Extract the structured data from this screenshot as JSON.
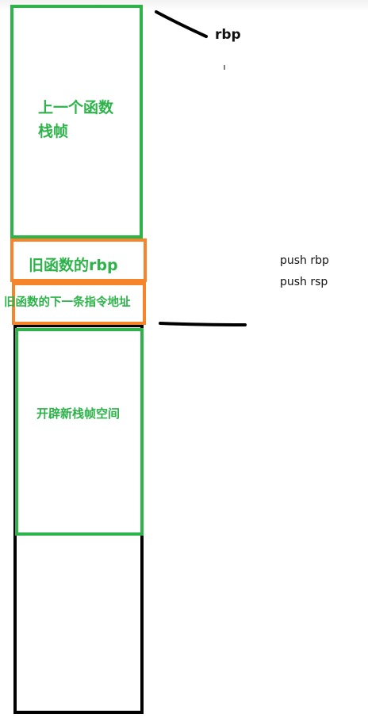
{
  "labels": {
    "prev_frame_line1": "上一个函数",
    "prev_frame_line2": "栈帧",
    "old_rbp": "旧函数的rbp",
    "old_ret_addr": "旧函数的下一条指令地址",
    "new_frame": "开辟新栈帧空间"
  },
  "annotations": {
    "rbp_pointer": "rbp",
    "push_rbp": "push rbp",
    "push_rsp": "push rsp"
  },
  "colors": {
    "green": "#2db34a",
    "orange": "#f5842a",
    "black": "#000000"
  }
}
